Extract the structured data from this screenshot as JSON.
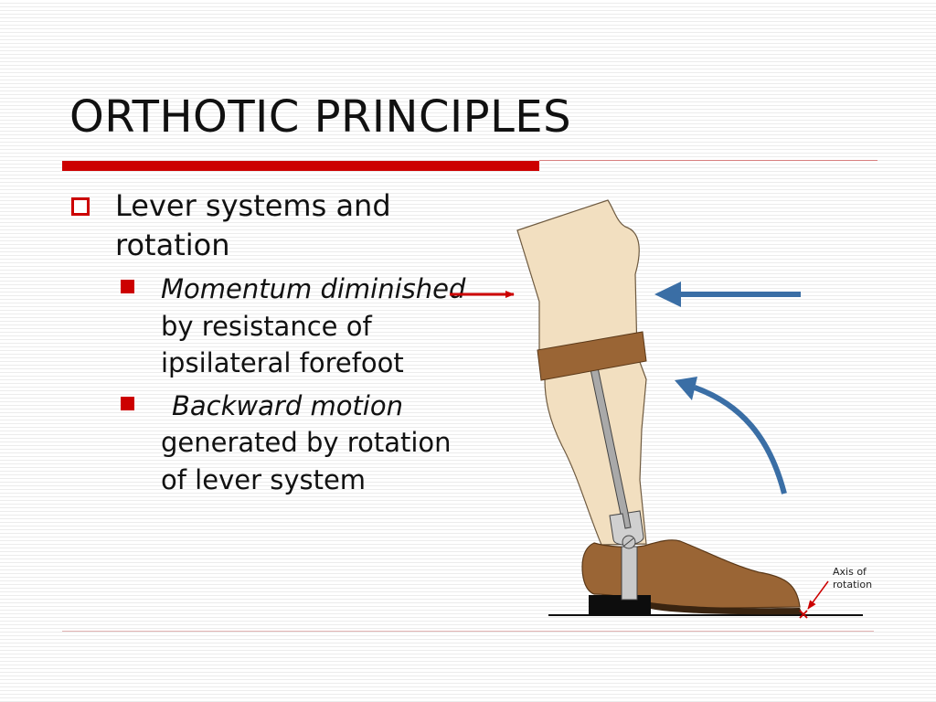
{
  "slide": {
    "title": "ORTHOTIC PRINCIPLES"
  },
  "bullets": {
    "main": "Lever systems and rotation",
    "sub1": {
      "italic": "Momentum diminished",
      "rest": " by resistance of ipsilateral forefoot"
    },
    "sub2": {
      "italic": "Backward motion",
      "rest": " generated by rotation of lever system"
    }
  },
  "diagram": {
    "axis_label_line1": "Axis of",
    "axis_label_line2": "rotation"
  },
  "colors": {
    "accent_red": "#cc0000",
    "arrow_blue": "#3a6ea5",
    "skin": "#f2dfc0",
    "shoe": "#9a6535",
    "strap": "#9a6535",
    "brace_metal": "#a9a9a9"
  }
}
